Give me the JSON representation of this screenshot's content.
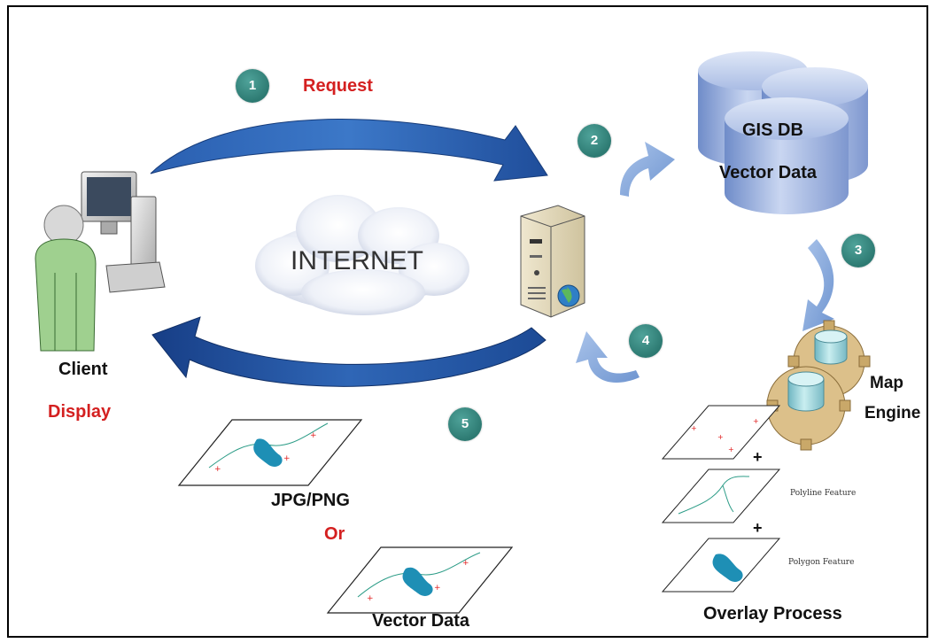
{
  "labels": {
    "request": "Request",
    "internet": "INTERNET",
    "gis_db": "GIS DB",
    "vector_data_db": "Vector Data",
    "map_engine_line1": "Map",
    "map_engine_line2": "Engine",
    "client": "Client",
    "display": "Display",
    "jpg_png": "JPG/PNG",
    "or": "Or",
    "vector_data_out": "Vector Data",
    "overlay_process": "Overlay Process",
    "polyline_feature": "Polyline Feature",
    "polygon_feature": "Polygon Feature",
    "plus": "+"
  },
  "steps": [
    "1",
    "2",
    "3",
    "4",
    "5"
  ],
  "colors": {
    "arrow_dark": "#1f4d9a",
    "arrow_light": "#7fa4d9",
    "db_blue": "#8fa8d8",
    "step_teal": "#3d8c84",
    "accent_red": "#d42020",
    "gear_tan": "#d9bd86"
  }
}
